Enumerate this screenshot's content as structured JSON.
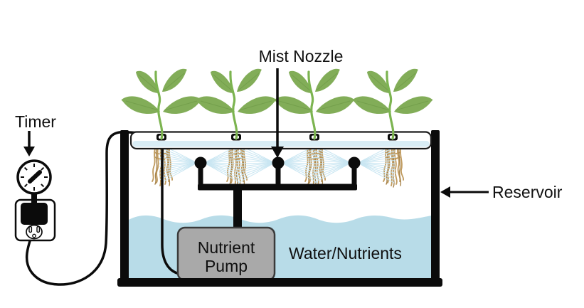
{
  "labels": {
    "timer": "Timer",
    "mist_nozzle": "Mist Nozzle",
    "reservoir": "Reservoir",
    "nutrient_pump": "Nutrient Pump",
    "water_nutrients": "Water/Nutrients"
  },
  "counts": {
    "plants": 4,
    "root_clusters": 4,
    "mist_nozzles": 3
  },
  "colors": {
    "outline": "#0b0b0b",
    "water": "#b8dce8",
    "lid_stripe": "#d9edf5",
    "mist": "#c9e6f2",
    "leaf": "#82ad58",
    "leaf_vein": "#6d9a47",
    "stem": "#7cb450",
    "root": "#bf9a5e",
    "root_dark": "#a6834b",
    "pump_fill": "#a9a9a9",
    "pump_border": "#3a3a3a"
  }
}
